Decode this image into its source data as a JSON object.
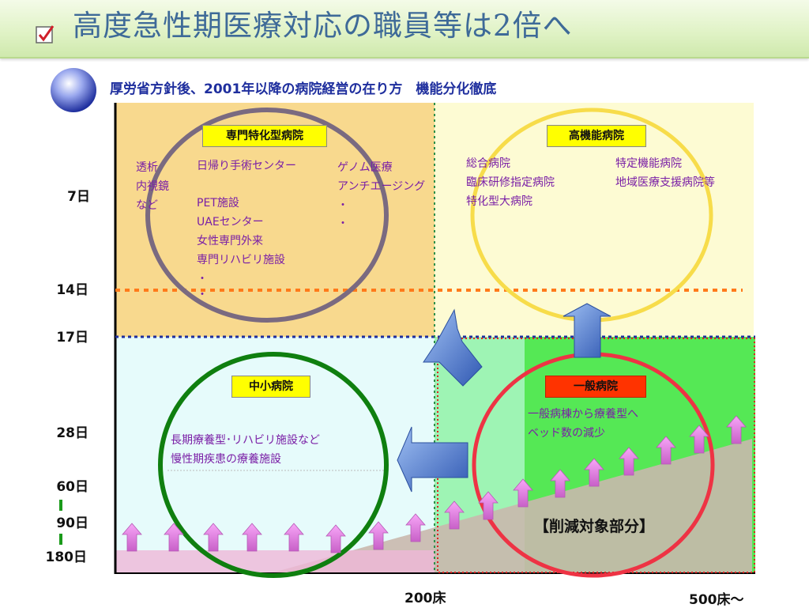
{
  "title": "高度急性期医療対応の職員等は2倍へ",
  "subtitle": "厚労省方針後、2001年以降の病院経営の在り方　機能分化徹底",
  "quadrants": {
    "specialized": {
      "label": "専門特化型病院",
      "col1": [
        "透析",
        "内視鏡",
        "など"
      ],
      "col2": [
        "日帰り手術センター",
        "",
        "PET施設",
        "UAEセンター",
        "女性専門外来",
        "専門リハビリ施設",
        "・",
        "・"
      ],
      "col3": [
        "ゲノム医療",
        "アンチエージング",
        "・",
        "・"
      ]
    },
    "high_function": {
      "label": "高機能病院",
      "col1": [
        "総合病院",
        "臨床研修指定病院",
        "特化型大病院"
      ],
      "col2": [
        "特定機能病院",
        "地域医療支援病院等"
      ]
    },
    "small_medium": {
      "label": "中小病院",
      "lines": [
        "長期療養型･リハビリ施設など",
        "慢性期疾患の療養施設"
      ]
    },
    "general": {
      "label": "一般病院",
      "lines": [
        "一般病棟から療養型へ",
        "ベッド数の減少"
      ]
    }
  },
  "reduction_label": "【削減対象部分】",
  "y_axis_labels": [
    "7日",
    "14日",
    "17日",
    "28日",
    "60日",
    "90日",
    "180日"
  ],
  "x_axis_labels": [
    "200床",
    "500床～"
  ],
  "colors": {
    "title_text": "#3e6a98",
    "label_yellow": "#ffff00",
    "label_red": "#ff3300",
    "quadrant_orange": "#f8d98e",
    "quadrant_yellow": "#fdfbd3",
    "quadrant_cyan": "#e6fbfb",
    "quadrant_green": "#55e855",
    "circle_gray": "#7a6a80",
    "circle_yellow": "#f7dc4a",
    "circle_green": "#0f7f0f",
    "circle_red": "#ee3344",
    "arrow_blue": "#4f78c4",
    "arrow_pink": "#e680e6"
  },
  "icons": [
    "checkbox-check-icon",
    "sphere-bullet-icon",
    "arrow-up-icon",
    "arrow-left-icon",
    "arrow-up-left-icon"
  ]
}
